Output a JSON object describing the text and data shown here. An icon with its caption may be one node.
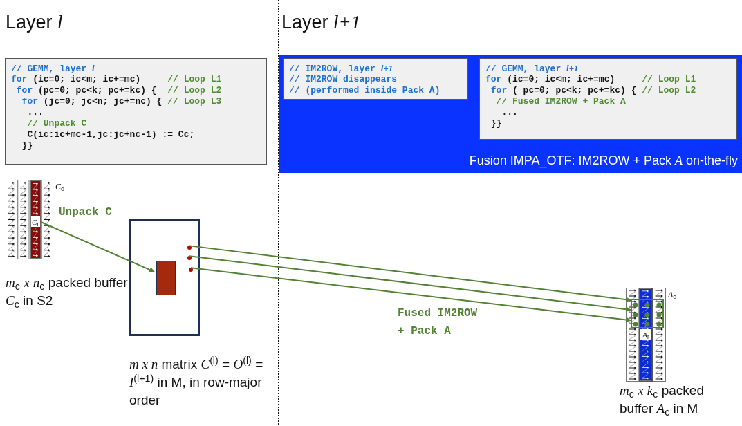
{
  "diagram": {
    "nodes": [
      {
        "text": [
          "// GEMM, layer *l*",
          "for",
          "(ic=0; ic<m; ic+=mc)",
          "// Loop L1",
          "for",
          "(pc=0; pc<k; pc+=kc) {",
          "// Loop L2",
          "for",
          "(jc=0; jc<n; jc+=nc) {",
          "// Loop L3",
          "...",
          "// Unpack C",
          "C(ic:ic+mc-1,jc:jc+nc-1) := Cc;",
          "}}"
        ]
      },
      {
        "text": [
          "Fusion IMPA_OTF: IM2ROW + Pack *A* on-the-fly"
        ]
      },
      {
        "text": [
          "// IM2ROW, layer *l+1*",
          "// IM2ROW disappears",
          "// (performed inside Pack A)"
        ],
        "in": 1
      },
      {
        "text": [
          "// GEMM, layer *l+1*",
          "for",
          "(ic=0; ic<m; ic+=mc)",
          "// Loop L1",
          "for",
          "( pc=0; pc<k; pc+=kc) {",
          "// Loop L2",
          "// Fused IM2ROW + Pack A",
          "...",
          "}}"
        ],
        "in": 1
      },
      {
        "text": [
          "*C*$_{c}$"
        ],
        "beside": [
          "*m*$_{c}$ *x* *n*$_{c}$ packed buffer *C*$_{c}$ in S2"
        ]
      },
      {
        "text": [
          "*C*$_{r}$"
        ],
        "in": 4
      },
      {
        "text": [],
        "shape": "box",
        "beside": [
          "*m x n* matrix *C*$^{(l)}$ = *O*$^{(l)}$ = *I*$^{(l+1)}$ in M, in row-major order"
        ]
      },
      {
        "text": [],
        "shape": "box",
        "in": 6
      },
      {
        "text": [],
        "shape": "circle",
        "in": 6
      },
      {
        "text": [],
        "shape": "circle",
        "in": 6
      },
      {
        "text": [],
        "shape": "circle",
        "in": 6
      },
      {
        "text": [
          "*A*$_{c}$"
        ],
        "beside": [
          "*m*$_{c}$ *x* *k*$_{c}$ packed buffer *A*$_{c}$ in M"
        ]
      },
      {
        "text": [
          "*A*$_{r}$"
        ],
        "in": 11
      },
      {
        "text": [],
        "shape": "box",
        "in": 11
      }
    ],
    "edges": [
      {
        "from": 5,
        "to": 7,
        "arrow": "to"
      },
      {
        "from": 8,
        "to": 13,
        "arrow": "to"
      },
      {
        "from": 9,
        "to": 13,
        "arrow": "to"
      },
      {
        "from": 10,
        "to": 13,
        "arrow": "to"
      }
    ],
    "labels": [
      "Layer *l*",
      "Layer *l+1*",
      "Unpack C",
      "Fused IM2ROW + Pack A"
    ]
  }
}
